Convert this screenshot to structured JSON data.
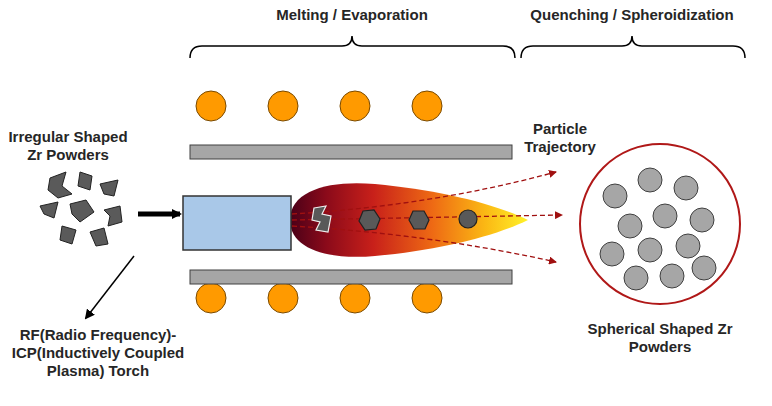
{
  "diagram": {
    "nodes": [
      {
        "text": [
          "Spherical Shaped Zr Powders"
        ]
      }
    ],
    "labels": [
      "Melting / Evaporation",
      "Quenching / Spheroidization",
      "Irregular Shaped Zr Powders",
      "Particle Trajectory",
      "RF(Radio Frequency)-ICP(Inductively Coupled Plasma) Torch"
    ]
  }
}
